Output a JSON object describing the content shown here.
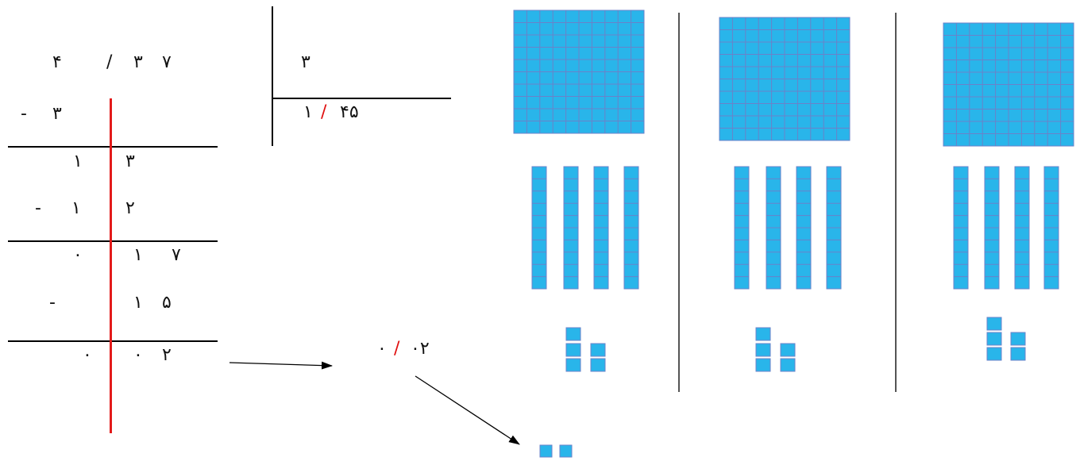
{
  "division": {
    "dividend": {
      "d1": "۴",
      "sep": "/",
      "d2": "۳",
      "d3": "۷"
    },
    "divisor": "۳",
    "quotient": {
      "int": "۱",
      "sep": "/",
      "dec": "۴۵"
    },
    "steps": {
      "r1_minus": "-",
      "r1_digit": "۳",
      "r2_left": "۱",
      "r2_right": "۳",
      "r3_minus": "-",
      "r3_left": "۱",
      "r3_right": "۲",
      "r4_left": "۰",
      "r4_a": "۱",
      "r4_b": "۷",
      "r5_minus": "-",
      "r5_a": "۱",
      "r5_b": "۵",
      "r6_left": "۰",
      "r6_a": "۰",
      "r6_b": "۲"
    }
  },
  "remainder": {
    "int": "۰",
    "sep": "/",
    "dec": "۰۲"
  },
  "colors": {
    "block_fill": "#29b5ea",
    "block_grid": "#6a82c9",
    "decimal_separator": "#e01010",
    "divider_line": "#e31b1b"
  },
  "groups": [
    {
      "hundred_blocks": 1,
      "ten_rods": 4,
      "unit_cubes": 5
    },
    {
      "hundred_blocks": 1,
      "ten_rods": 4,
      "unit_cubes": 5
    },
    {
      "hundred_blocks": 1,
      "ten_rods": 4,
      "unit_cubes": 5
    }
  ],
  "leftover_unit_cubes": 2
}
